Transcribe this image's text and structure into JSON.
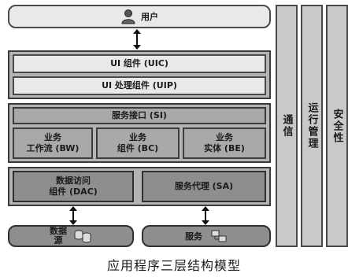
{
  "diagram": {
    "user": "用户",
    "ui_components": "UI 组件 (UIC)",
    "ui_process": "UI 处理组件 (UIP)",
    "service_interface": "服务接口 (SI)",
    "business_workflow": [
      "业务",
      "工作流 (BW)"
    ],
    "business_component": [
      "业务",
      "组件 (BC)"
    ],
    "business_entity": [
      "业务",
      "实体 (BE)"
    ],
    "data_access": [
      "数据访问",
      "组件 (DAC)"
    ],
    "service_agent": "服务代理 (SA)",
    "data_source": [
      "数据",
      "源"
    ],
    "services": "服务",
    "communication": "通信",
    "operations": "运行管理",
    "security": "安全性",
    "caption": "应用程序三层结构模型"
  },
  "icons": {
    "user": "person-icon",
    "data_source": "database-icon",
    "services": "services-icon",
    "arrow": "double-arrow-icon"
  }
}
